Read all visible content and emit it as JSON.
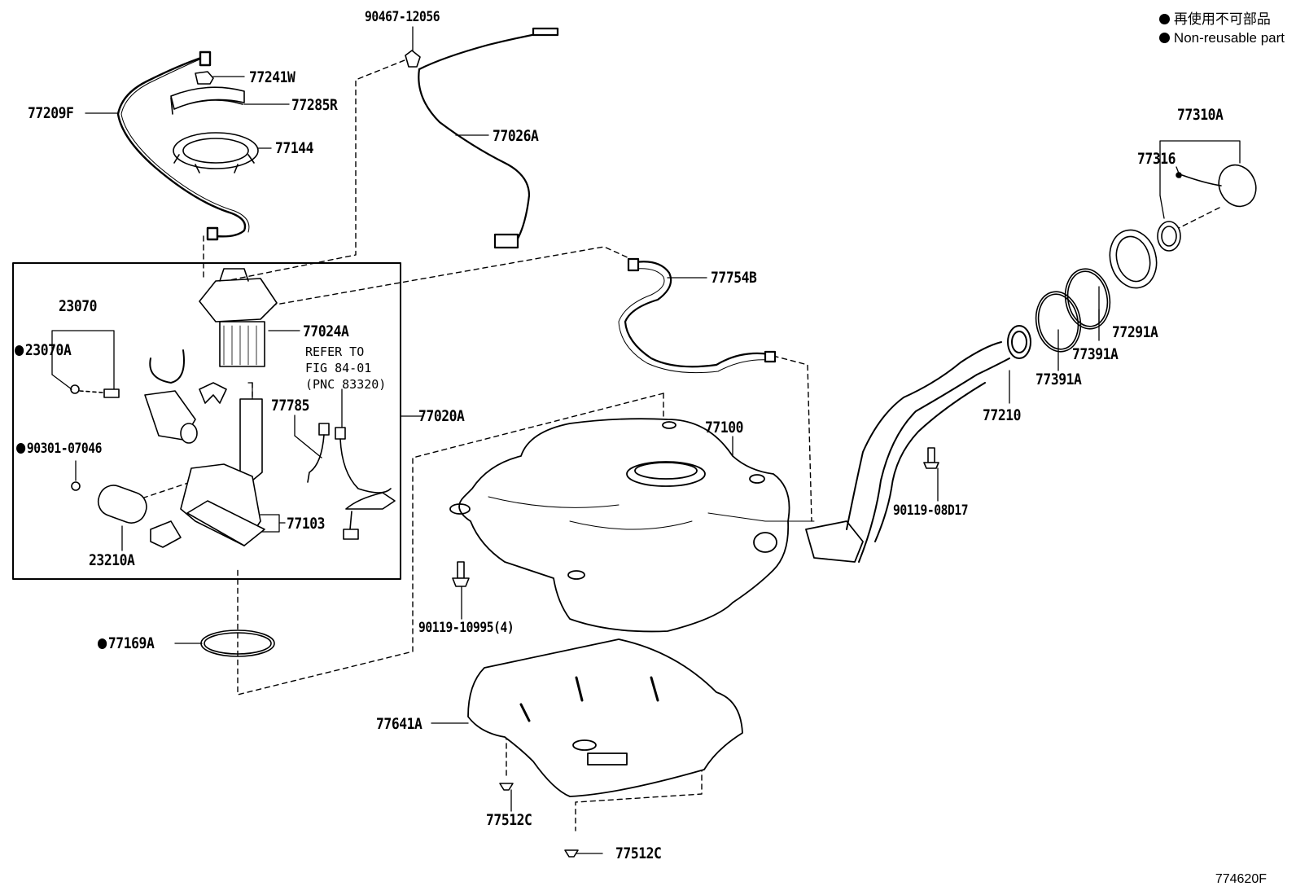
{
  "legend": {
    "line_ja": "再使用不可部品",
    "line_en": "Non-reusable part"
  },
  "figure_code": "774620F",
  "parts": {
    "p90467": "90467-12056",
    "p77241W": "77241W",
    "p77285R": "77285R",
    "p77209F": "77209F",
    "p77144": "77144",
    "p77026A": "77026A",
    "p77310A": "77310A",
    "p77316": "77316",
    "p77754B": "77754B",
    "p23070": "23070",
    "p23070A": "23070A",
    "p77024A": "77024A",
    "p77785": "77785",
    "p77020A": "77020A",
    "p90301": "90301-07046",
    "p77103": "77103",
    "p23210A": "23210A",
    "p77169A": "77169A",
    "p77291A": "77291A",
    "p77391A_1": "77391A",
    "p77391A_2": "77391A",
    "p77210": "77210",
    "p77100": "77100",
    "p90119_08D17": "90119-08D17",
    "p90119_10995": "90119-10995(4)",
    "p77641A": "77641A",
    "p77512C_1": "77512C",
    "p77512C_2": "77512C"
  },
  "refer_note": "REFER TO\nFIG 84-01\n(PNC 83320)"
}
